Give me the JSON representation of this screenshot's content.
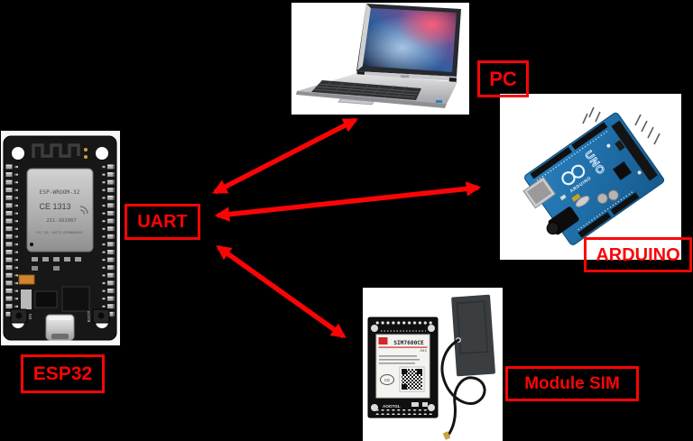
{
  "canvas": {
    "background_color": "#000000",
    "accent_red": "#FA0505"
  },
  "nodes": {
    "uart": {
      "label": "UART"
    },
    "pc": {
      "label": "PC"
    },
    "arduino": {
      "label": "ARDUINO"
    },
    "esp32": {
      "label": "ESP32"
    },
    "module_sim": {
      "label": "Module SIM"
    }
  },
  "connections": [
    {
      "from": "UART",
      "to": "PC",
      "direction": "bidirectional",
      "color": "#FA0505"
    },
    {
      "from": "UART",
      "to": "ARDUINO",
      "direction": "bidirectional",
      "color": "#FA0505"
    },
    {
      "from": "UART",
      "to": "Module SIM",
      "direction": "bidirectional",
      "color": "#FA0505"
    }
  ],
  "photos": {
    "esp32_board": {
      "shield": "ESP-WROOM-32",
      "ce": "CE 1313",
      "code": "211-161007",
      "fcc": "FCC ID: 2AC7Z-ESPWROOM32",
      "button_left": "EN",
      "button_right": "BOOT"
    },
    "laptop": {
      "brand": "acer"
    },
    "arduino_board": {
      "logo": "ARDUINO",
      "model": "UNO"
    },
    "sim_board": {
      "module": "SIM7600CE",
      "variant": "-M1S",
      "mark": "CE",
      "vendor": "AOOTGL"
    }
  }
}
